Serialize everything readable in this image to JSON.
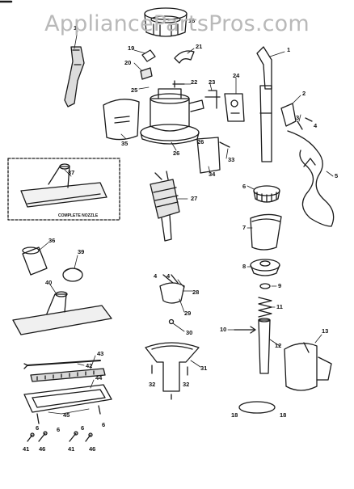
{
  "watermark": "AppliancePartsPros.com",
  "callouts": {
    "p1": "1",
    "p2": "2",
    "p3": "3",
    "p4": "4",
    "p5": "5",
    "p6": "6",
    "p7": "7",
    "p8": "8",
    "p9": "9",
    "p10": "10",
    "p11": "11",
    "p12": "12",
    "p13": "13",
    "p18a": "18",
    "p18b": "18",
    "p19": "19",
    "p20": "20",
    "p21": "21",
    "p22": "22",
    "p23": "23",
    "p24": "24",
    "p25": "25",
    "p26": "26",
    "p27": "27",
    "p28": "28",
    "p29": "29",
    "p30": "30",
    "p31": "31",
    "p32a": "32",
    "p32b": "32",
    "p33": "33",
    "p34": "34",
    "p35": "35",
    "p36": "36",
    "p37": "37",
    "p39": "39",
    "p40": "40",
    "p41a": "41",
    "p41b": "41",
    "p42": "42",
    "p43": "43",
    "p44": "44",
    "p45": "45",
    "p46a": "46",
    "p46b": "46",
    "p16": "16",
    "p4b": "4",
    "p6b": "6",
    "p4c": "4",
    "p6c": "6",
    "p6d": "6",
    "p6e": "6"
  },
  "inset_caption": "COMPLETE NOZZLE"
}
